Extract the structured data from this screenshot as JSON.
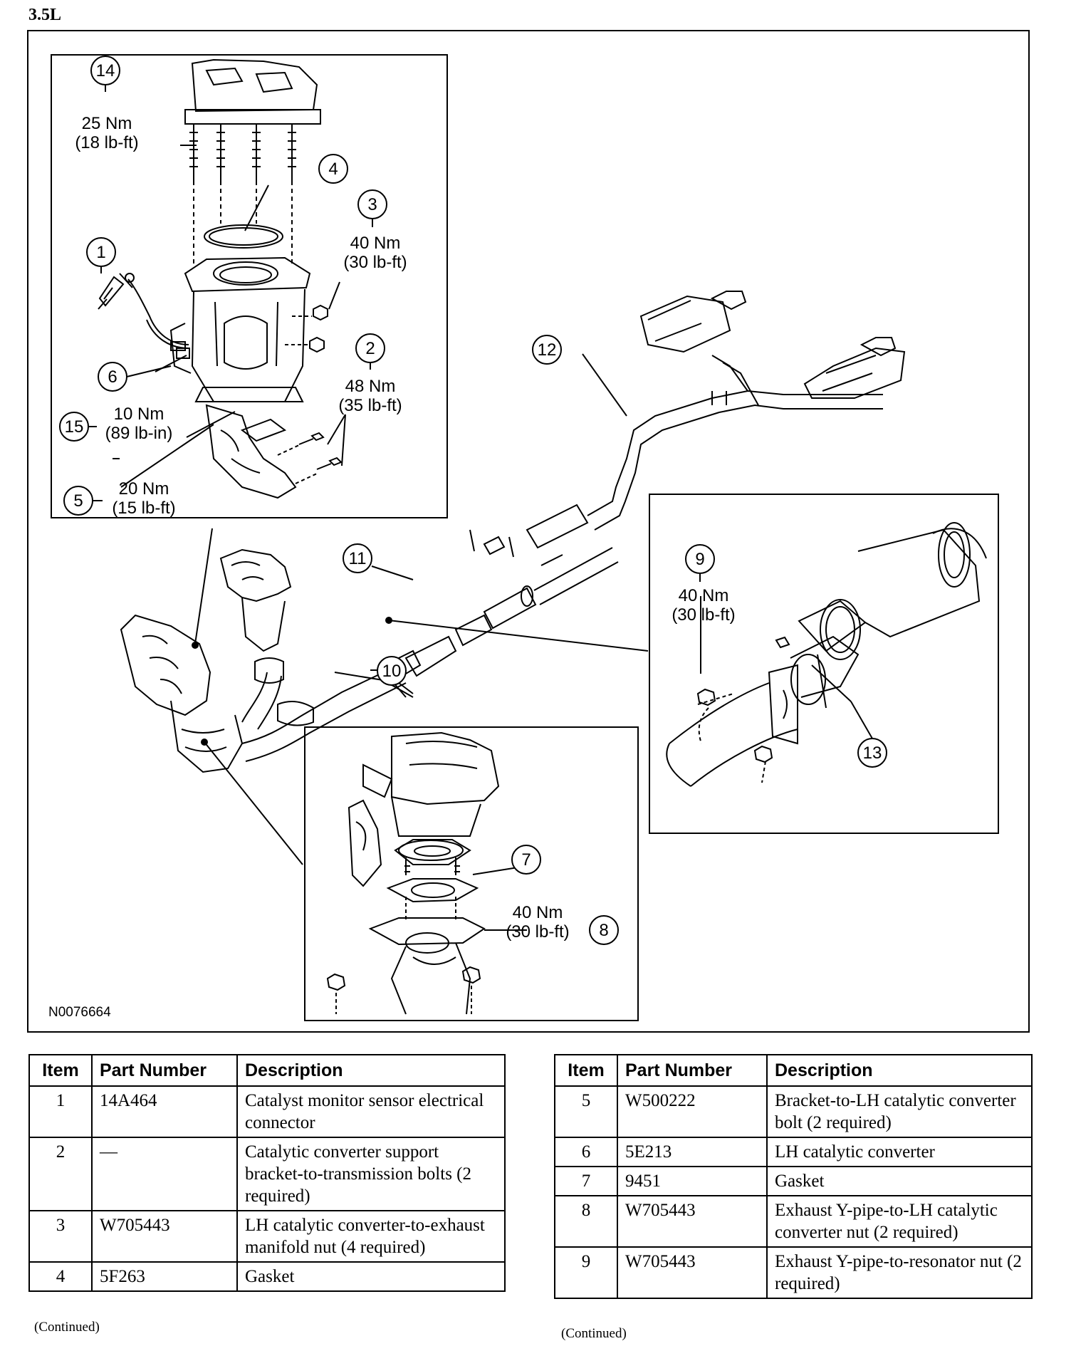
{
  "engine_label": "3.5L",
  "figure_id": "N0076664",
  "callouts": {
    "c1": "1",
    "c2": "2",
    "c3": "3",
    "c4": "4",
    "c5": "5",
    "c6": "6",
    "c7": "7",
    "c8": "8",
    "c9": "9",
    "c10": "10",
    "c11": "11",
    "c12": "12",
    "c13": "13",
    "c14": "14",
    "c15": "15"
  },
  "torque": {
    "t14": [
      "25 Nm",
      "(18 lb-ft)"
    ],
    "t3": [
      "40 Nm",
      "(30 lb-ft)"
    ],
    "t2": [
      "48 Nm",
      "(35 lb-ft)"
    ],
    "t15": [
      "10 Nm",
      "(89 lb-in)"
    ],
    "t5": [
      "20 Nm",
      "(15 lb-ft)"
    ],
    "t9": [
      "40 Nm",
      "(30 lb-ft)"
    ],
    "t8": [
      "40 Nm",
      "(30 lb-ft)"
    ]
  },
  "table_headers": {
    "item": "Item",
    "part_number": "Part Number",
    "description": "Description"
  },
  "table_left_rows": [
    {
      "item": "1",
      "part": "14A464",
      "desc": "Catalyst monitor sensor electrical connector"
    },
    {
      "item": "2",
      "part": "—",
      "desc": "Catalytic converter support bracket-to-transmission bolts (2 required)"
    },
    {
      "item": "3",
      "part": "W705443",
      "desc": "LH catalytic converter-to-exhaust manifold nut (4 required)"
    },
    {
      "item": "4",
      "part": "5F263",
      "desc": "Gasket"
    }
  ],
  "table_right_rows": [
    {
      "item": "5",
      "part": "W500222",
      "desc": "Bracket-to-LH catalytic converter bolt (2 required)"
    },
    {
      "item": "6",
      "part": "5E213",
      "desc": "LH catalytic converter"
    },
    {
      "item": "7",
      "part": "9451",
      "desc": "Gasket"
    },
    {
      "item": "8",
      "part": "W705443",
      "desc": "Exhaust Y-pipe-to-LH catalytic converter nut (2 required)"
    },
    {
      "item": "9",
      "part": "W705443",
      "desc": "Exhaust Y-pipe-to-resonator nut (2 required)"
    }
  ],
  "continued_label": "(Continued)"
}
